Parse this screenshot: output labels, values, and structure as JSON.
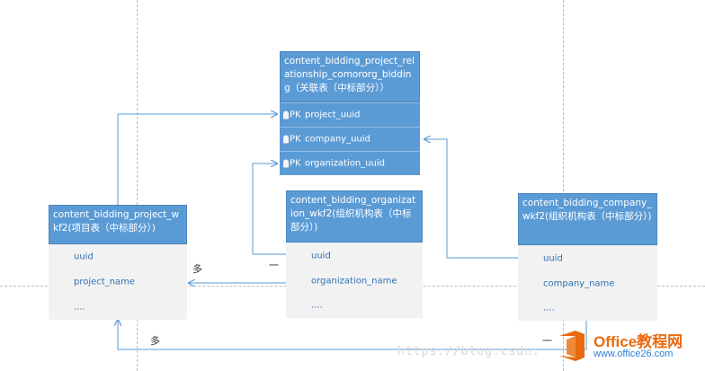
{
  "entities": {
    "relation": {
      "title": "content_bidding_project_relationship_comororg_bidding（关联表（中标部分））",
      "pk_label": "PK",
      "fields": [
        "project_uuid",
        "company_uuid",
        "organization_uuid"
      ]
    },
    "project": {
      "title": "content_bidding_project_wkf2(项目表（中标部分）)",
      "fields": [
        "uuid",
        "project_name",
        "...."
      ]
    },
    "organization": {
      "title": "content_bidding_organization_wkf2(组织机构表（中标部分）)",
      "fields": [
        "uuid",
        "organization_name",
        "...."
      ]
    },
    "company": {
      "title": "content_bidding_company_wkf2(组织机构表（中标部分）)",
      "fields": [
        "uuid",
        "company_name",
        "...."
      ]
    }
  },
  "relation_labels": {
    "many_top": "多",
    "one_top": "一",
    "many_bottom": "多",
    "one_bottom": "一"
  },
  "watermark": "https://blog.csdn.",
  "logo": {
    "line1": "Office教程网",
    "line2": "www.office26.com"
  },
  "colors": {
    "header": "#5b9bd5",
    "body": "#f2f2f2",
    "field_text": "#2f6fb3",
    "arrow": "#5b9bd5"
  },
  "icons": [
    "key-icon",
    "office-logo-icon"
  ]
}
